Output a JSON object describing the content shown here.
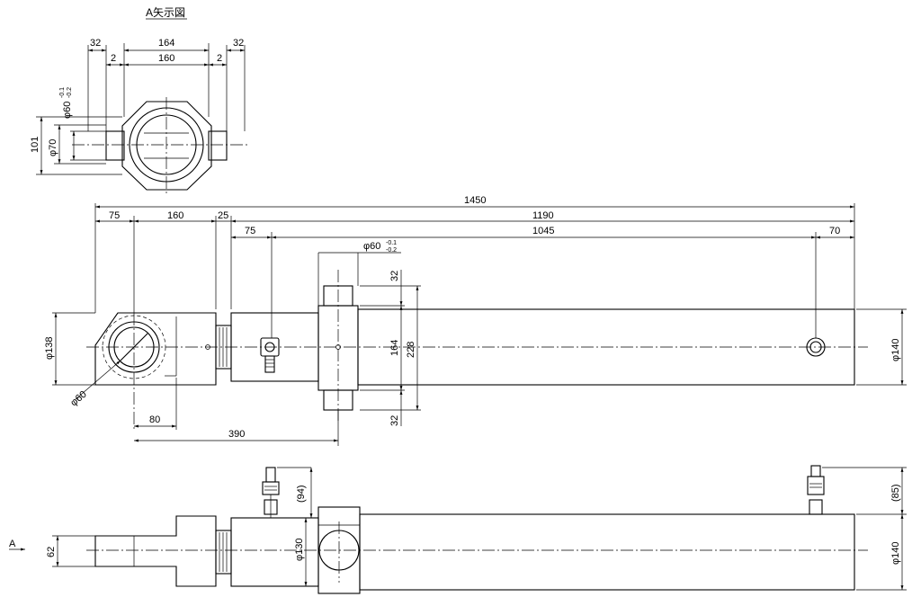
{
  "view_a": {
    "title": "A矢示図",
    "dims": {
      "d32_left": "32",
      "d164": "164",
      "d32_right": "32",
      "d2_left": "2",
      "d160": "160",
      "d2_right": "2",
      "d101": "101",
      "phi70": "φ70",
      "phi60": "φ60",
      "tol_plus": "-0.1",
      "tol_minus": "-0.2"
    }
  },
  "plan_view": {
    "dims": {
      "d1450": "1450",
      "d75": "75",
      "d160": "160",
      "d25": "25",
      "d1190": "1190",
      "d75b": "75",
      "phi60": "φ60",
      "tol_plus": "-0.1",
      "tol_minus": "-0.2",
      "d1045": "1045",
      "d70": "70",
      "d32_top": "32",
      "d164": "164",
      "d228": "228",
      "d32_bottom": "32",
      "phi138": "φ138",
      "phi60_bore": "φ60",
      "phi140": "φ140",
      "d80": "80",
      "d390": "390"
    }
  },
  "side_view": {
    "dims": {
      "d94": "(94)",
      "d85": "(85)",
      "phi130": "φ130",
      "phi140": "φ140",
      "d62": "62",
      "arrow_a": "A"
    }
  }
}
